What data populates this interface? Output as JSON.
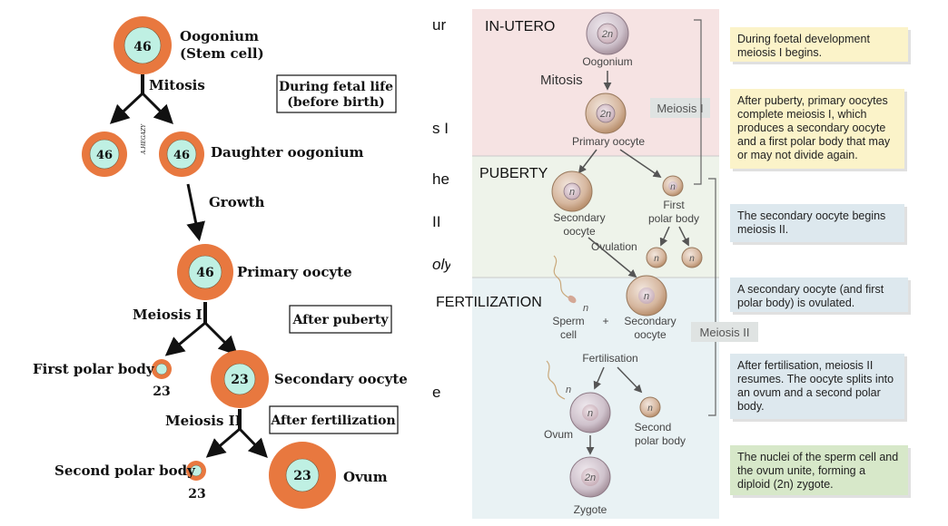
{
  "left": {
    "oogonium_label": "Oogonium",
    "oogonium_sub": "(Stem cell)",
    "mitosis": "Mitosis",
    "watermark": "A.HEGAZY",
    "daughter_label": "Daughter oogonium",
    "growth": "Growth",
    "primary_label": "Primary oocyte",
    "meiosis1": "Meiosis I",
    "first_polar": "First polar body",
    "secondary_label": "Secondary oocyte",
    "meiosis2": "Meiosis II",
    "second_polar": "Second polar body",
    "ovum_label": "Ovum",
    "box_fetal_line1": "During fetal life",
    "box_fetal_line2": "(before birth)",
    "box_puberty": "After puberty",
    "box_fertilization": "After fertilization",
    "n46": "46",
    "n23": "23",
    "colors": {
      "ring": "#e8783f",
      "core": "#bff0e3"
    }
  },
  "right": {
    "cut_labels": [
      "ur",
      "s I",
      "he",
      "II",
      "oly",
      "e"
    ],
    "stage_inutero": "IN-UTERO",
    "stage_puberty": "PUBERTY",
    "stage_fertilization": "FERTILIZATION",
    "mitosis": "Mitosis",
    "oogonium": "Oogonium",
    "primary_oocyte": "Primary oocyte",
    "secondary_line1": "Secondary",
    "secondary_line2": "oocyte",
    "first_line1": "First",
    "first_line2": "polar body",
    "ovulation": "Ovulation",
    "sperm_line1": "Sperm",
    "sperm_line2": "cell",
    "plus": "+",
    "secondary2_line1": "Secondary",
    "secondary2_line2": "oocyte",
    "fertilisation": "Fertilisation",
    "ovum": "Ovum",
    "second_polar_line1": "Second",
    "second_polar_line2": "polar body",
    "zygote": "Zygote",
    "meiosis1_tag": "Meiosis I",
    "meiosis2_tag": "Meiosis II",
    "n2": "2n",
    "n": "n",
    "notes": [
      "During foetal development meiosis I begins.",
      "After puberty, primary oocytes complete meiosis I, which produces a secondary oocyte and a first polar body that may or may not divide again.",
      "The secondary oocyte begins meiosis II.",
      "A secondary oocyte (and first polar body) is ovulated.",
      "After fertilisation, meiosis II resumes. The oocyte splits into an ovum and a second polar body.",
      "The nuclei of the sperm cell and the ovum unite, forming a diploid (2n) zygote."
    ],
    "colors": {
      "inutero": "#f6e3e3",
      "puberty": "#eef3ea",
      "fertilization": "#e9f2f4"
    }
  }
}
